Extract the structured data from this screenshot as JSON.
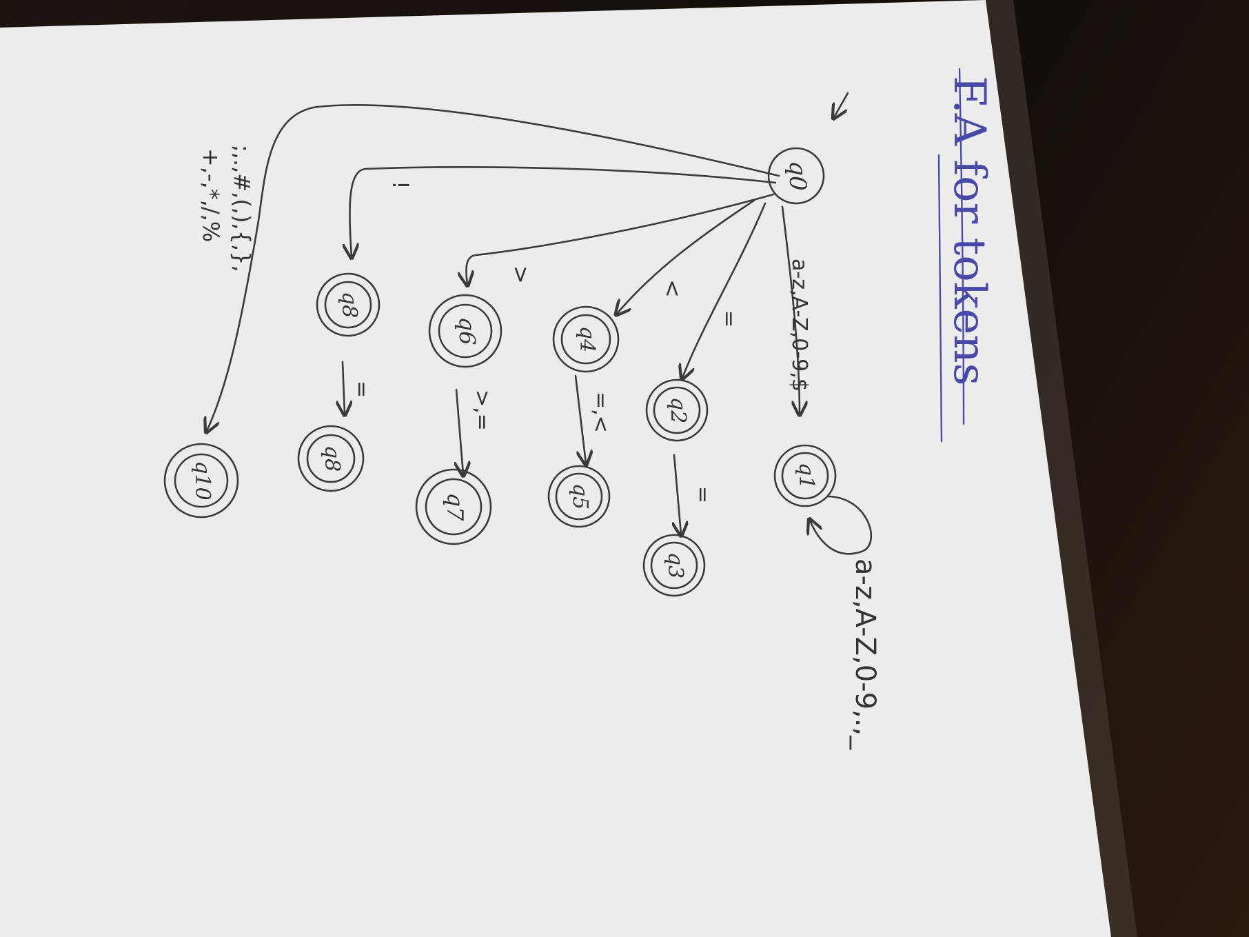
{
  "title": "F.A for tokens",
  "states": [
    {
      "id": "q0",
      "label": "q0",
      "accepting": false
    },
    {
      "id": "q1",
      "label": "q1",
      "accepting": true
    },
    {
      "id": "q2",
      "label": "q2",
      "accepting": true
    },
    {
      "id": "q3",
      "label": "q3",
      "accepting": true
    },
    {
      "id": "q4",
      "label": "q4",
      "accepting": true
    },
    {
      "id": "q5",
      "label": "q5",
      "accepting": true
    },
    {
      "id": "q6",
      "label": "q6",
      "accepting": true
    },
    {
      "id": "q7",
      "label": "q7",
      "accepting": true
    },
    {
      "id": "q8a",
      "label": "q8",
      "accepting": true
    },
    {
      "id": "q8b",
      "label": "q8",
      "accepting": true
    },
    {
      "id": "q10",
      "label": "q10",
      "accepting": true
    }
  ],
  "transitions": [
    {
      "from": "q0",
      "to": "q1",
      "label": "a-z,A-Z,0-9,$"
    },
    {
      "from": "q1",
      "to": "q1",
      "label": "a-z,A-Z,0-9,.,_"
    },
    {
      "from": "q0",
      "to": "q2",
      "label": "="
    },
    {
      "from": "q2",
      "to": "q3",
      "label": "="
    },
    {
      "from": "q0",
      "to": "q4",
      "label": "<"
    },
    {
      "from": "q4",
      "to": "q5",
      "label": "=,<"
    },
    {
      "from": "q0",
      "to": "q6",
      "label": ">"
    },
    {
      "from": "q6",
      "to": "q7",
      "label": ">,="
    },
    {
      "from": "q0",
      "to": "q8a",
      "label": "!"
    },
    {
      "from": "q8a",
      "to": "q8b",
      "label": "="
    },
    {
      "from": "q0",
      "to": "q10",
      "label_lines": [
        ";,.,#,(,),{,},",
        "+,-,*,/,%"
      ]
    }
  ]
}
